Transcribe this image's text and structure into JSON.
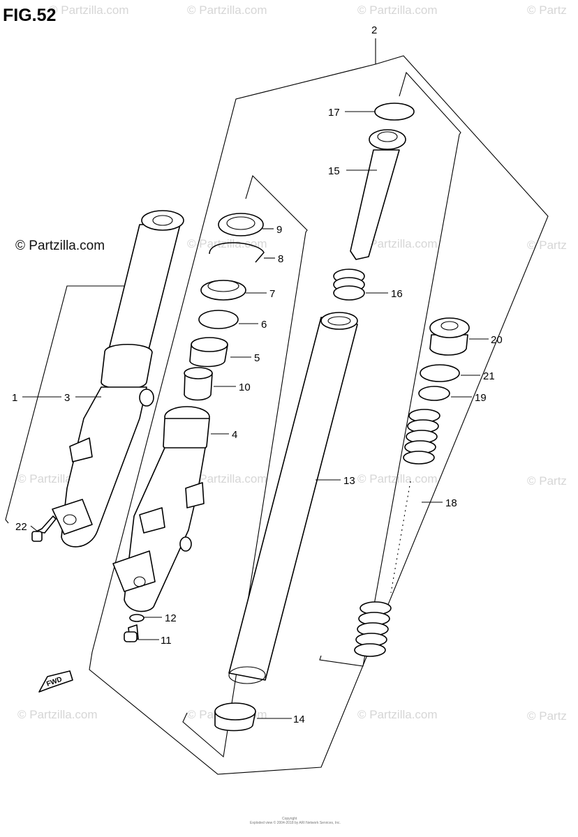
{
  "figure": {
    "title": "FIG.52",
    "copyright_main": "© Partzilla.com",
    "watermark": "© Partzilla.com",
    "watermark_cut": "© Partz",
    "footer_line1": "Copyright",
    "footer_line2": "Exploded view © 2004-2018 by ARI Network Services, Inc.",
    "fwd_label": "FWD"
  },
  "callouts": {
    "c1": "1",
    "c2": "2",
    "c3": "3",
    "c4": "4",
    "c5": "5",
    "c6": "6",
    "c7": "7",
    "c8": "8",
    "c9": "9",
    "c10": "10",
    "c11": "11",
    "c12": "12",
    "c13": "13",
    "c14": "14",
    "c15": "15",
    "c16": "16",
    "c17": "17",
    "c18": "18",
    "c19": "19",
    "c20": "20",
    "c21": "21",
    "c22": "22"
  },
  "colors": {
    "line": "#000000",
    "watermark": "#d6d6d6",
    "background": "#ffffff"
  }
}
